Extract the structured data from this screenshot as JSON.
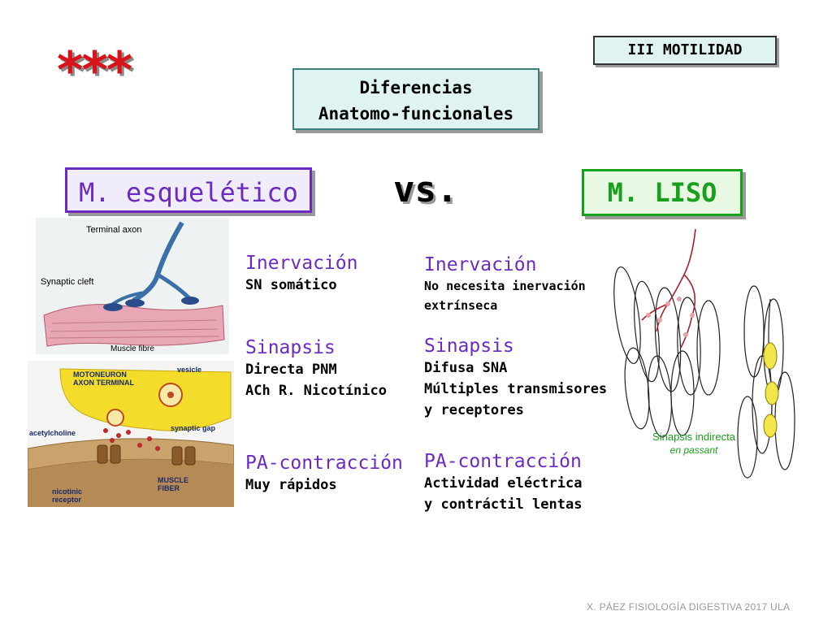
{
  "header": {
    "section_tag": "III MOTILIDAD",
    "stars": "***",
    "title_line1": "Diferencias",
    "title_line2": "Anatomo-funcionales"
  },
  "compare": {
    "left_title": "M. esquelético",
    "vs": "vs.",
    "right_title": "M. LISO"
  },
  "skeletal": {
    "inervacion": {
      "heading": "Inervación",
      "lines": [
        "SN somático"
      ]
    },
    "sinapsis": {
      "heading": "Sinapsis",
      "lines": [
        "Directa PNM",
        "ACh R. Nicotínico"
      ]
    },
    "pa": {
      "heading": "PA-contracción",
      "lines": [
        "Muy rápidos"
      ]
    }
  },
  "smooth": {
    "inervacion": {
      "heading": "Inervación",
      "lines": [
        "No necesita inervación",
        "extrínseca"
      ]
    },
    "sinapsis": {
      "heading": "Sinapsis",
      "lines": [
        "Difusa SNA",
        "Múltiples transmisores",
        "y receptores"
      ]
    },
    "pa": {
      "heading": "PA-contracción",
      "lines": [
        "Actividad eléctrica",
        "y contráctil lentas"
      ]
    }
  },
  "figures": {
    "fig1": {
      "terminal_axon": "Terminal axon",
      "synaptic_cleft": "Synaptic cleft",
      "muscle_fibre": "Muscle fibre"
    },
    "fig2": {
      "motoneuron": "MOTONEURON",
      "axon_terminal": "AXON TERMINAL",
      "vesicle": "vesicle",
      "acetylcholine": "acetylcholine",
      "synaptic_gap": "synaptic gap",
      "muscle": "MUSCLE",
      "fiber": "FIBER",
      "nicotinic": "nicotinic",
      "receptor": "receptor"
    },
    "fig3": {
      "caption_line1": "Sinapsis indirecta",
      "caption_line2": "en passant"
    }
  },
  "footer": "X. PÁEZ  FISIOLOGÍA DIGESTIVA 2017  ULA",
  "colors": {
    "purple": "#6b2bc2",
    "green": "#16a01c",
    "red": "#d8141a",
    "teal_bg": "#dff3f1"
  }
}
